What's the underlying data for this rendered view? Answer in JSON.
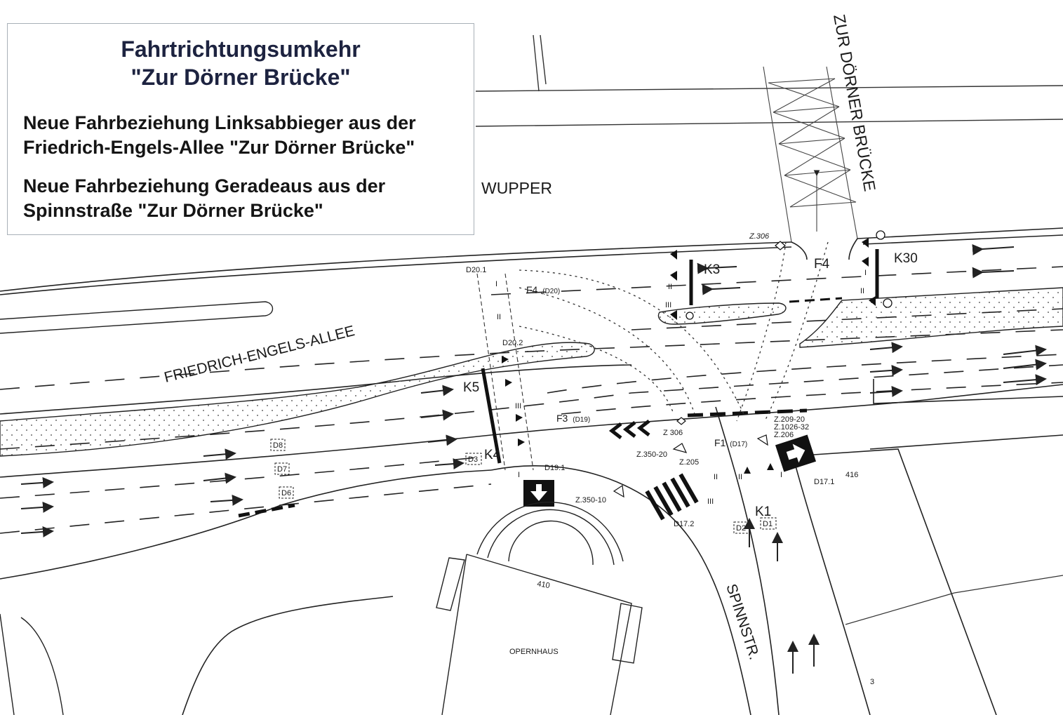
{
  "info_box": {
    "title_line1": "Fahrtrichtungsumkehr",
    "title_line2": "\"Zur Dörner Brücke\"",
    "para1_line1": "Neue Fahrbeziehung Linksabbieger aus der",
    "para1_line2": "Friedrich-Engels-Allee \"Zur Dörner Brücke\"",
    "para2_line1": "Neue Fahrbeziehung Geradeaus aus der",
    "para2_line2": "Spinnstraße \"Zur Dörner Brücke\""
  },
  "map": {
    "street_zur_dorner_brucke": "ZUR DÖRNER BRÜCKE",
    "river": "WUPPER",
    "street_friedrich_engels": "FRIEDRICH-ENGELS-ALLEE",
    "street_spinnstr": "SPINNSTR.",
    "building_opernhaus": "OPERNHAUS",
    "building_number_410": "410",
    "parcel_416": "416",
    "parcel_3": "3",
    "signal_labels": {
      "k3": "K3",
      "k30": "K30",
      "k5": "K5",
      "k4": "K4",
      "k1": "K1",
      "f4": "F4",
      "f4_d20": "F4",
      "f4_d20_sub": "(D20)",
      "f3": "F3",
      "f3_sub": "(D19)",
      "f1": "F1",
      "f1_sub": "(D17)"
    },
    "detector_labels": {
      "d20_1": "D20.1",
      "d20_2": "D20.2",
      "d19_1": "D19.1",
      "d17_1": "D17.1",
      "d17_2": "D17.2",
      "d8": "D8",
      "d7": "D7",
      "d6": "D6",
      "d3": "D3",
      "d2": "D2",
      "d1": "D1"
    },
    "sign_labels": {
      "z306_top": "Z.306",
      "z306_mid": "Z 306",
      "z350_20": "Z.350-20",
      "z205": "Z.205",
      "z350_10": "Z.350-10",
      "z209_20": "Z.209-20",
      "z1026_32": "Z.1026-32",
      "z206": "Z.206"
    },
    "phase_numerals": {
      "i": "I",
      "ii": "II",
      "iii": "III"
    }
  }
}
